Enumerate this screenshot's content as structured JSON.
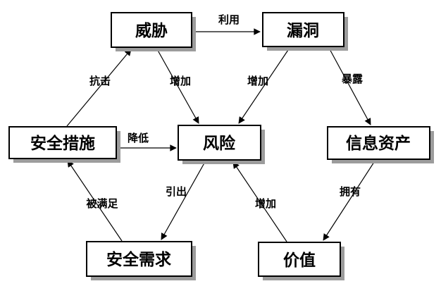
{
  "diagram": {
    "colors": {
      "background": "#ffffff",
      "box_fill": "#ffffff",
      "box_border": "#000000",
      "box_shadow": "#9c9c9c",
      "line": "#000000",
      "text": "#000000"
    },
    "nodes": {
      "threat": {
        "label": "威胁"
      },
      "vulnerability": {
        "label": "漏洞"
      },
      "security_measures": {
        "label": "安全措施"
      },
      "risk": {
        "label": "风险"
      },
      "information_assets": {
        "label": "信息资产"
      },
      "security_requirements": {
        "label": "安全需求"
      },
      "value": {
        "label": "价值"
      }
    },
    "edges": {
      "exploit": {
        "label": "利用",
        "from": "threat",
        "to": "vulnerability"
      },
      "resist": {
        "label": "抗击",
        "from": "security_measures",
        "to": "threat"
      },
      "threat_increase": {
        "label": "增加",
        "from": "threat",
        "to": "risk"
      },
      "vulnerability_increase": {
        "label": "增加",
        "from": "vulnerability",
        "to": "risk"
      },
      "expose": {
        "label": "暴露",
        "from": "vulnerability",
        "to": "information_assets"
      },
      "reduce": {
        "label": "降低",
        "from": "security_measures",
        "to": "risk"
      },
      "satisfied_by": {
        "label": "被满足",
        "from": "security_requirements",
        "to": "security_measures"
      },
      "derive": {
        "label": "引出",
        "from": "risk",
        "to": "security_requirements"
      },
      "value_increase": {
        "label": "增加",
        "from": "value",
        "to": "risk"
      },
      "own": {
        "label": "拥有",
        "from": "information_assets",
        "to": "value"
      }
    }
  }
}
